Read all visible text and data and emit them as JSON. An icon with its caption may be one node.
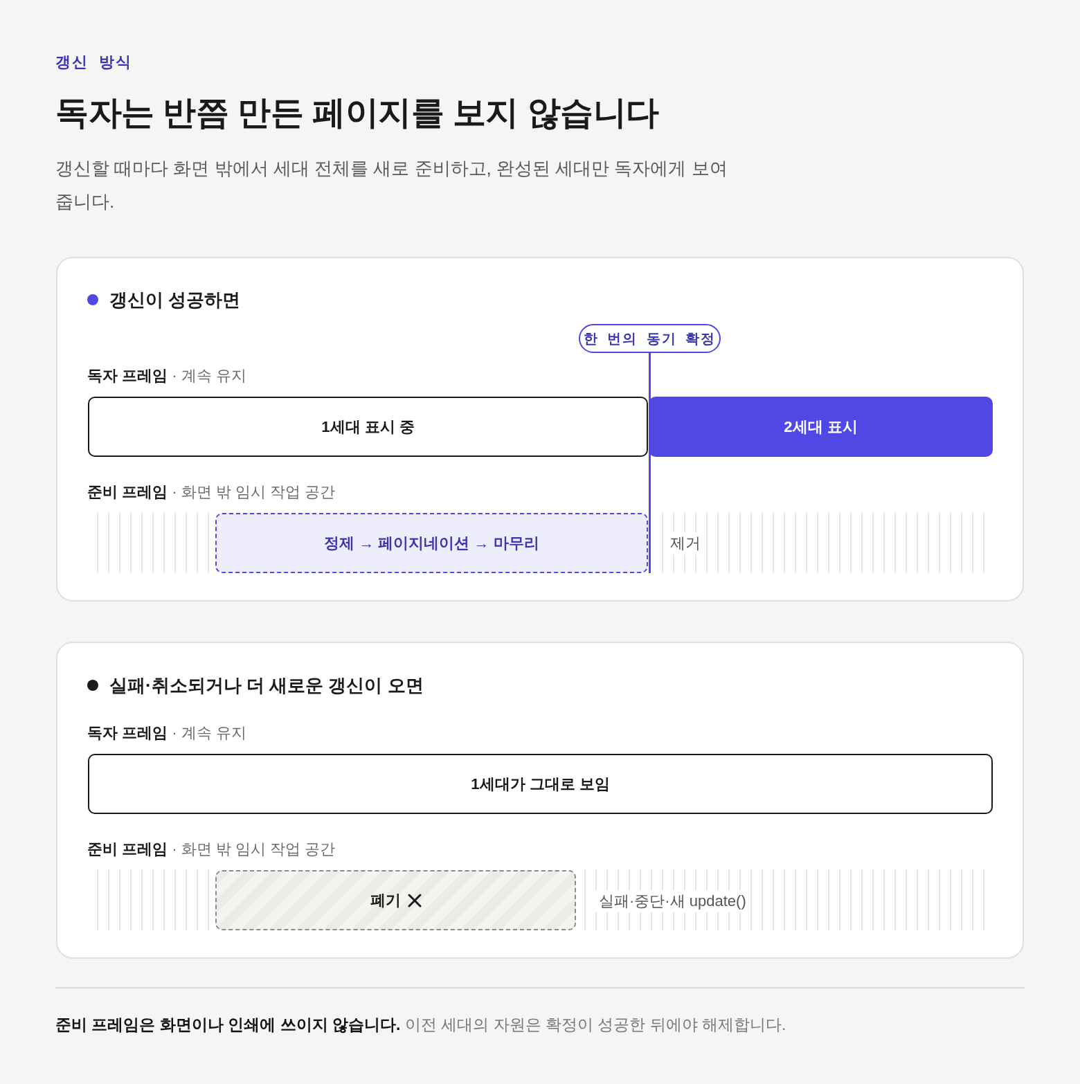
{
  "diagram": {
    "title": "독자는 반쯤 만든 페이지를 보지 않습니다",
    "caption": "**준비 프레임은 화면이나 인쇄에 쓰이지 않습니다.** 이전 세대의 자원은 확정이 성공한 뒤에야 해제합니다.",
    "nodes": [
      {
        "text": [
          "갱신이 성공하면",
          "**독자 프레임** · 계속 유지",
          "**준비 프레임** · 화면 밖 임시 작업 공간",
          "제거"
        ]
      },
      {
        "text": [
          "한 번의 동기 확정"
        ],
        "in": 0
      },
      {
        "text": [
          "1세대 표시 중"
        ],
        "in": 0
      },
      {
        "text": [
          "2세대 표시"
        ],
        "in": 0
      },
      {
        "text": [
          "정제 → 페이지네이션 → 마무리"
        ],
        "in": 0
      },
      {
        "text": [
          "실패·취소되거나 더 새로운 갱신이 오면",
          "**독자 프레임** · 계속 유지",
          "**준비 프레임** · 화면 밖 임시 작업 공간",
          "실패·중단·새 update()"
        ]
      },
      {
        "text": [
          "1세대가 그대로 보임"
        ],
        "in": 5
      },
      {
        "text": [
          "폐기"
        ],
        "in": 5
      }
    ],
    "edges": [
      {
        "from": 1,
        "to": 4,
        "arrow": "none"
      }
    ],
    "labels": [
      "갱신 방식",
      "갱신할 때마다 화면 밖에서 세대 전체를 새로 준비하고, 완성된 세대만 독자에게 보여 줍니다."
    ]
  }
}
